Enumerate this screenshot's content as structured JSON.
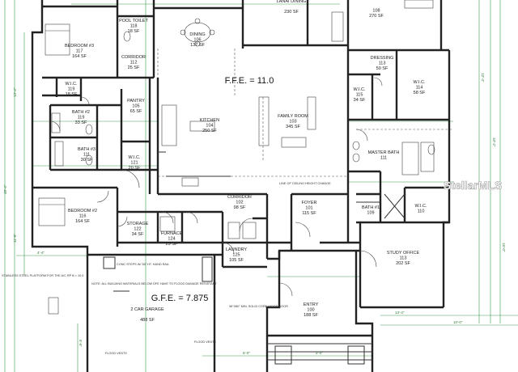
{
  "rooms": [
    {
      "key": "bedroom3",
      "name": "BEDROOM #3",
      "num": "117",
      "area": "164 SF"
    },
    {
      "key": "pooltoilet",
      "name": "POOL TOILET",
      "num": "118",
      "area": "18 SF"
    },
    {
      "key": "corridor_top",
      "name": "CORRIDOR",
      "num": "112",
      "area": "25 SF"
    },
    {
      "key": "dining",
      "name": "DINING",
      "num": "106",
      "area": "137 SF"
    },
    {
      "key": "lanai",
      "name": "LANAI DINING",
      "num": "",
      "area": "230 SF"
    },
    {
      "key": "master_top",
      "name": "",
      "num": "108",
      "area": "270 SF"
    },
    {
      "key": "dressing",
      "name": "DRESSING",
      "num": "113",
      "area": "50 SF"
    },
    {
      "key": "wic_master",
      "name": "W.I.C.",
      "num": "114",
      "area": "58 SF"
    },
    {
      "key": "wic_small",
      "name": "W.I.C.",
      "num": "115",
      "area": "34 SF"
    },
    {
      "key": "wic_left",
      "name": "W.I.C.",
      "num": "119",
      "area": "18 SF"
    },
    {
      "key": "pantry",
      "name": "PANTRY",
      "num": "105",
      "area": "65 SF"
    },
    {
      "key": "bath2",
      "name": "BATH #2",
      "num": "119",
      "area": "33 SF"
    },
    {
      "key": "kitchen",
      "name": "KITCHEN",
      "num": "104",
      "area": "250 SF"
    },
    {
      "key": "family",
      "name": "FAMILY ROOM",
      "num": "103",
      "area": "345 SF"
    },
    {
      "key": "bath3",
      "name": "BATH #3",
      "num": "111",
      "area": "30 SF"
    },
    {
      "key": "wic_mid",
      "name": "W.I.C.",
      "num": "121",
      "area": "20 SF"
    },
    {
      "key": "masterbath",
      "name": "MASTER BATH",
      "num": "111",
      "area": ""
    },
    {
      "key": "bedroom2",
      "name": "BEDROOM #2",
      "num": "116",
      "area": "164 SF"
    },
    {
      "key": "corridor_mid",
      "name": "CORRIDOR",
      "num": "102",
      "area": "98 SF"
    },
    {
      "key": "foyer",
      "name": "FOYER",
      "num": "101",
      "area": "115 SF"
    },
    {
      "key": "bath1",
      "name": "BATH #1",
      "num": "109",
      "area": ""
    },
    {
      "key": "wic_right",
      "name": "W.I.C.",
      "num": "110",
      "area": ""
    },
    {
      "key": "storage",
      "name": "STORAGE",
      "num": "122",
      "area": "34 SF"
    },
    {
      "key": "furnace",
      "name": "FURNACE",
      "num": "124",
      "area": "29 SF"
    },
    {
      "key": "laundry",
      "name": "LAUNDRY",
      "num": "125",
      "area": "105 SF"
    },
    {
      "key": "study",
      "name": "STUDY OFFICE",
      "num": "113",
      "area": "202 SF"
    },
    {
      "key": "garage",
      "name": "2 CAR GARAGE",
      "num": "",
      "area": "488 SF"
    },
    {
      "key": "entry",
      "name": "ENTRY",
      "num": "100",
      "area": "188 SF"
    }
  ],
  "levels": {
    "ffe": "F.F.E. = 11.0",
    "gfe": "G.F.E. = 7.875"
  },
  "notes": {
    "ceiling": "LINE OF CEILING HEIGHT CHANGE",
    "steel": "STAINLESS STEEL PLATFORM FOR THE A/C RP B = 10.0",
    "garage_note": "NOTE: ALL BUILDING MATERIALS BELOW DFE HAVE TO FLOOD DAMAGE RESISTANT",
    "door": "36\"X80\" MIN. SOLID CORE WOOD DOOR",
    "flood_vents": "FLOOD VENTS",
    "steps": "CONC STEPS W/ 36\" HT. HAND RAIL"
  },
  "watermark": "StellarMLS"
}
